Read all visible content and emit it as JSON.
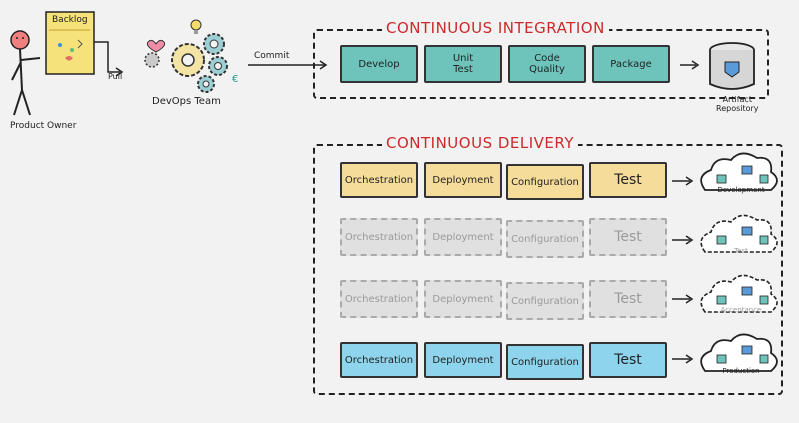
{
  "actors": {
    "product_owner": "Product Owner",
    "backlog": "Backlog",
    "pull": "Pull",
    "devops_team": "DevOps Team",
    "commit": "Commit"
  },
  "ci": {
    "title": "CONTINUOUS INTEGRATION",
    "steps": [
      "Develop",
      "Unit\nTest",
      "Code\nQuality",
      "Package"
    ],
    "artifact": "Artifact\nRepository"
  },
  "cd": {
    "title": "CONTINUOUS DELIVERY",
    "stages": [
      "Orchestration",
      "Deployment",
      "Configuration",
      "Test"
    ],
    "environments": [
      "Development",
      "Test",
      "Acceptance",
      "Production"
    ]
  },
  "colors": {
    "ci_box": "#6ec4bb",
    "dev_box": "#f5dc9a",
    "ghost_box": "#e0e0e0",
    "prod_box": "#8ed4ec",
    "title_red": "#cc2a2a",
    "person_head": "#f08080",
    "backlog_note": "#f5e27a"
  },
  "icons": [
    "person-icon",
    "backlog-note-icon",
    "gears-icon",
    "heart-icon",
    "lightbulb-icon",
    "euro-icon",
    "database-icon",
    "cloud-icon"
  ]
}
